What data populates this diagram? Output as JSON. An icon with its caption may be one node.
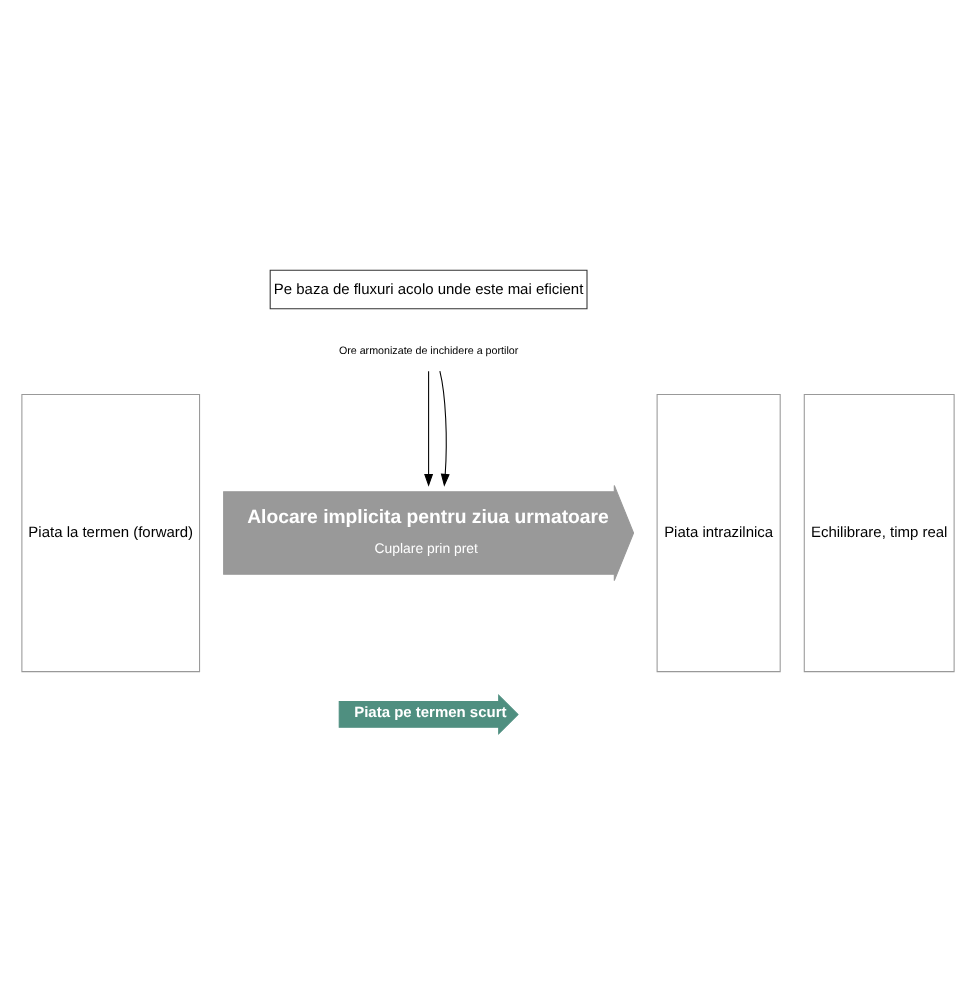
{
  "diagram": {
    "nodes": [
      {
        "text": [
          "Piata la termen (forward)"
        ]
      },
      {
        "text": [
          "Pe baza de fluxuri acolo unde este mai eficient"
        ]
      },
      {
        "text": [
          "Ore armonizate de inchidere a portilor"
        ]
      },
      {
        "text": [
          "Alocare implicita pentru ziua urmatoare",
          "Cuplare prin pret"
        ]
      },
      {
        "text": [
          "Piata intrazilnica"
        ]
      },
      {
        "text": [
          "Echilibrare, timp real"
        ]
      },
      {
        "text": [
          "Piata pe termen scurt"
        ]
      }
    ],
    "edges": [
      {
        "from": 2,
        "to": 3,
        "arrow": "to"
      },
      {
        "from": 2,
        "to": 3,
        "arrow": "to"
      }
    ]
  }
}
